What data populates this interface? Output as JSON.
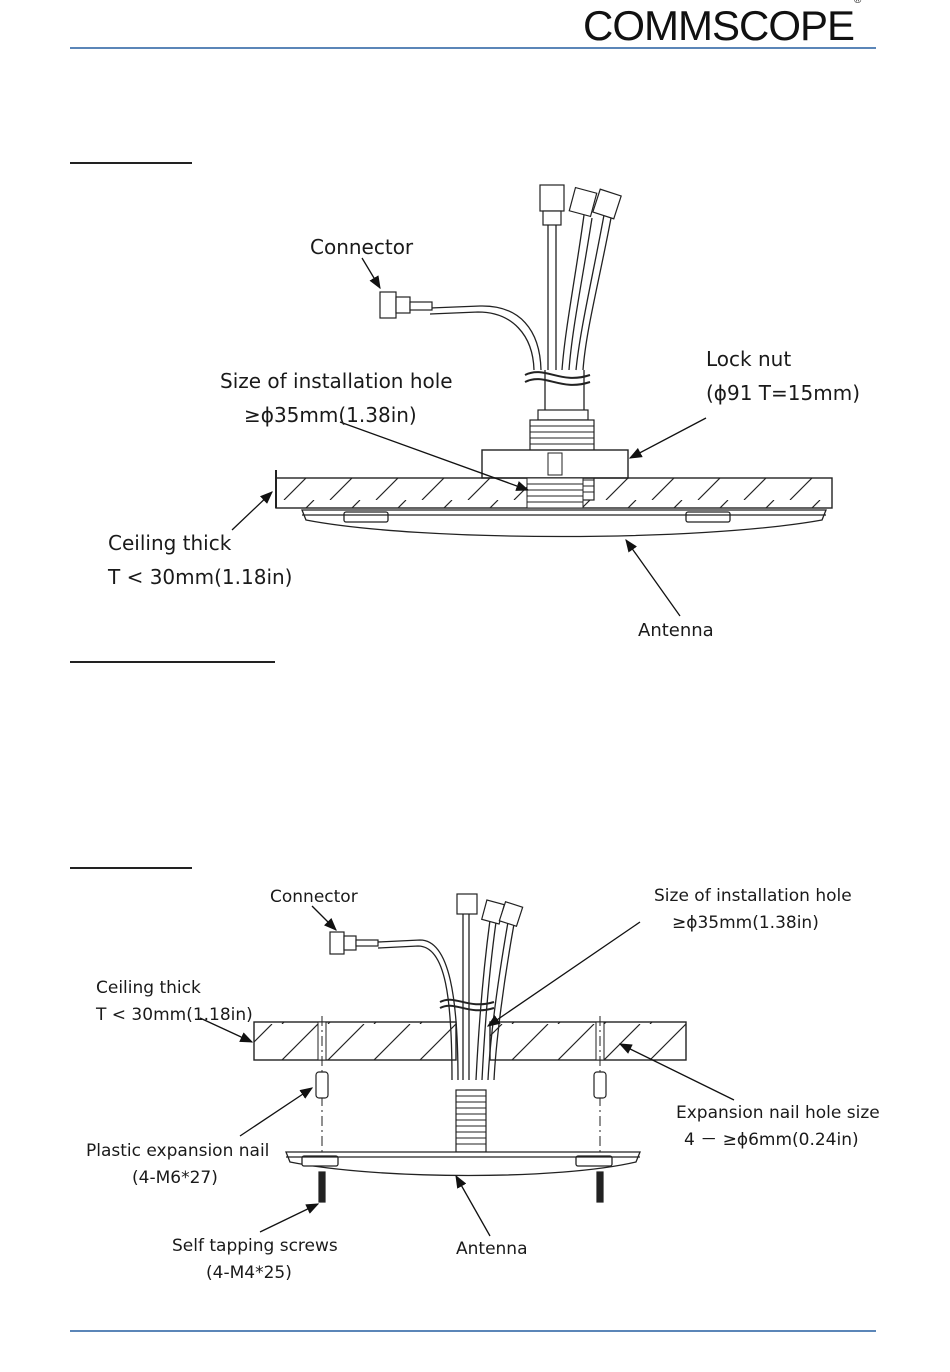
{
  "header": {
    "logo_text": "COMMSCOPE",
    "logo_mark": "®"
  },
  "diagram1": {
    "label_connector": "Connector",
    "label_hole_size_line1": "Size of installation hole",
    "label_hole_size_line2": "≥ϕ35mm(1.38in)",
    "label_lock_nut_line1": "Lock nut",
    "label_lock_nut_line2": "(ϕ91 T=15mm)",
    "label_ceiling_line1": "Ceiling thick",
    "label_ceiling_line2": "T < 30mm(1.18in)",
    "label_antenna": "Antenna"
  },
  "diagram2": {
    "label_connector": "Connector",
    "label_hole_size_line1": "Size of installation hole",
    "label_hole_size_line2": "≥ϕ35mm(1.38in)",
    "label_ceiling_line1": "Ceiling thick",
    "label_ceiling_line2": "T < 30mm(1.18in)",
    "label_expansion_hole_line1": "Expansion nail hole size",
    "label_expansion_hole_line2": "4 － ≥ϕ6mm(0.24in)",
    "label_plastic_nail_line1": "Plastic expansion nail",
    "label_plastic_nail_line2": "(4-M6*27)",
    "label_screws_line1": "Self tapping screws",
    "label_screws_line2": "(4-M4*25)",
    "label_antenna": "Antenna"
  }
}
